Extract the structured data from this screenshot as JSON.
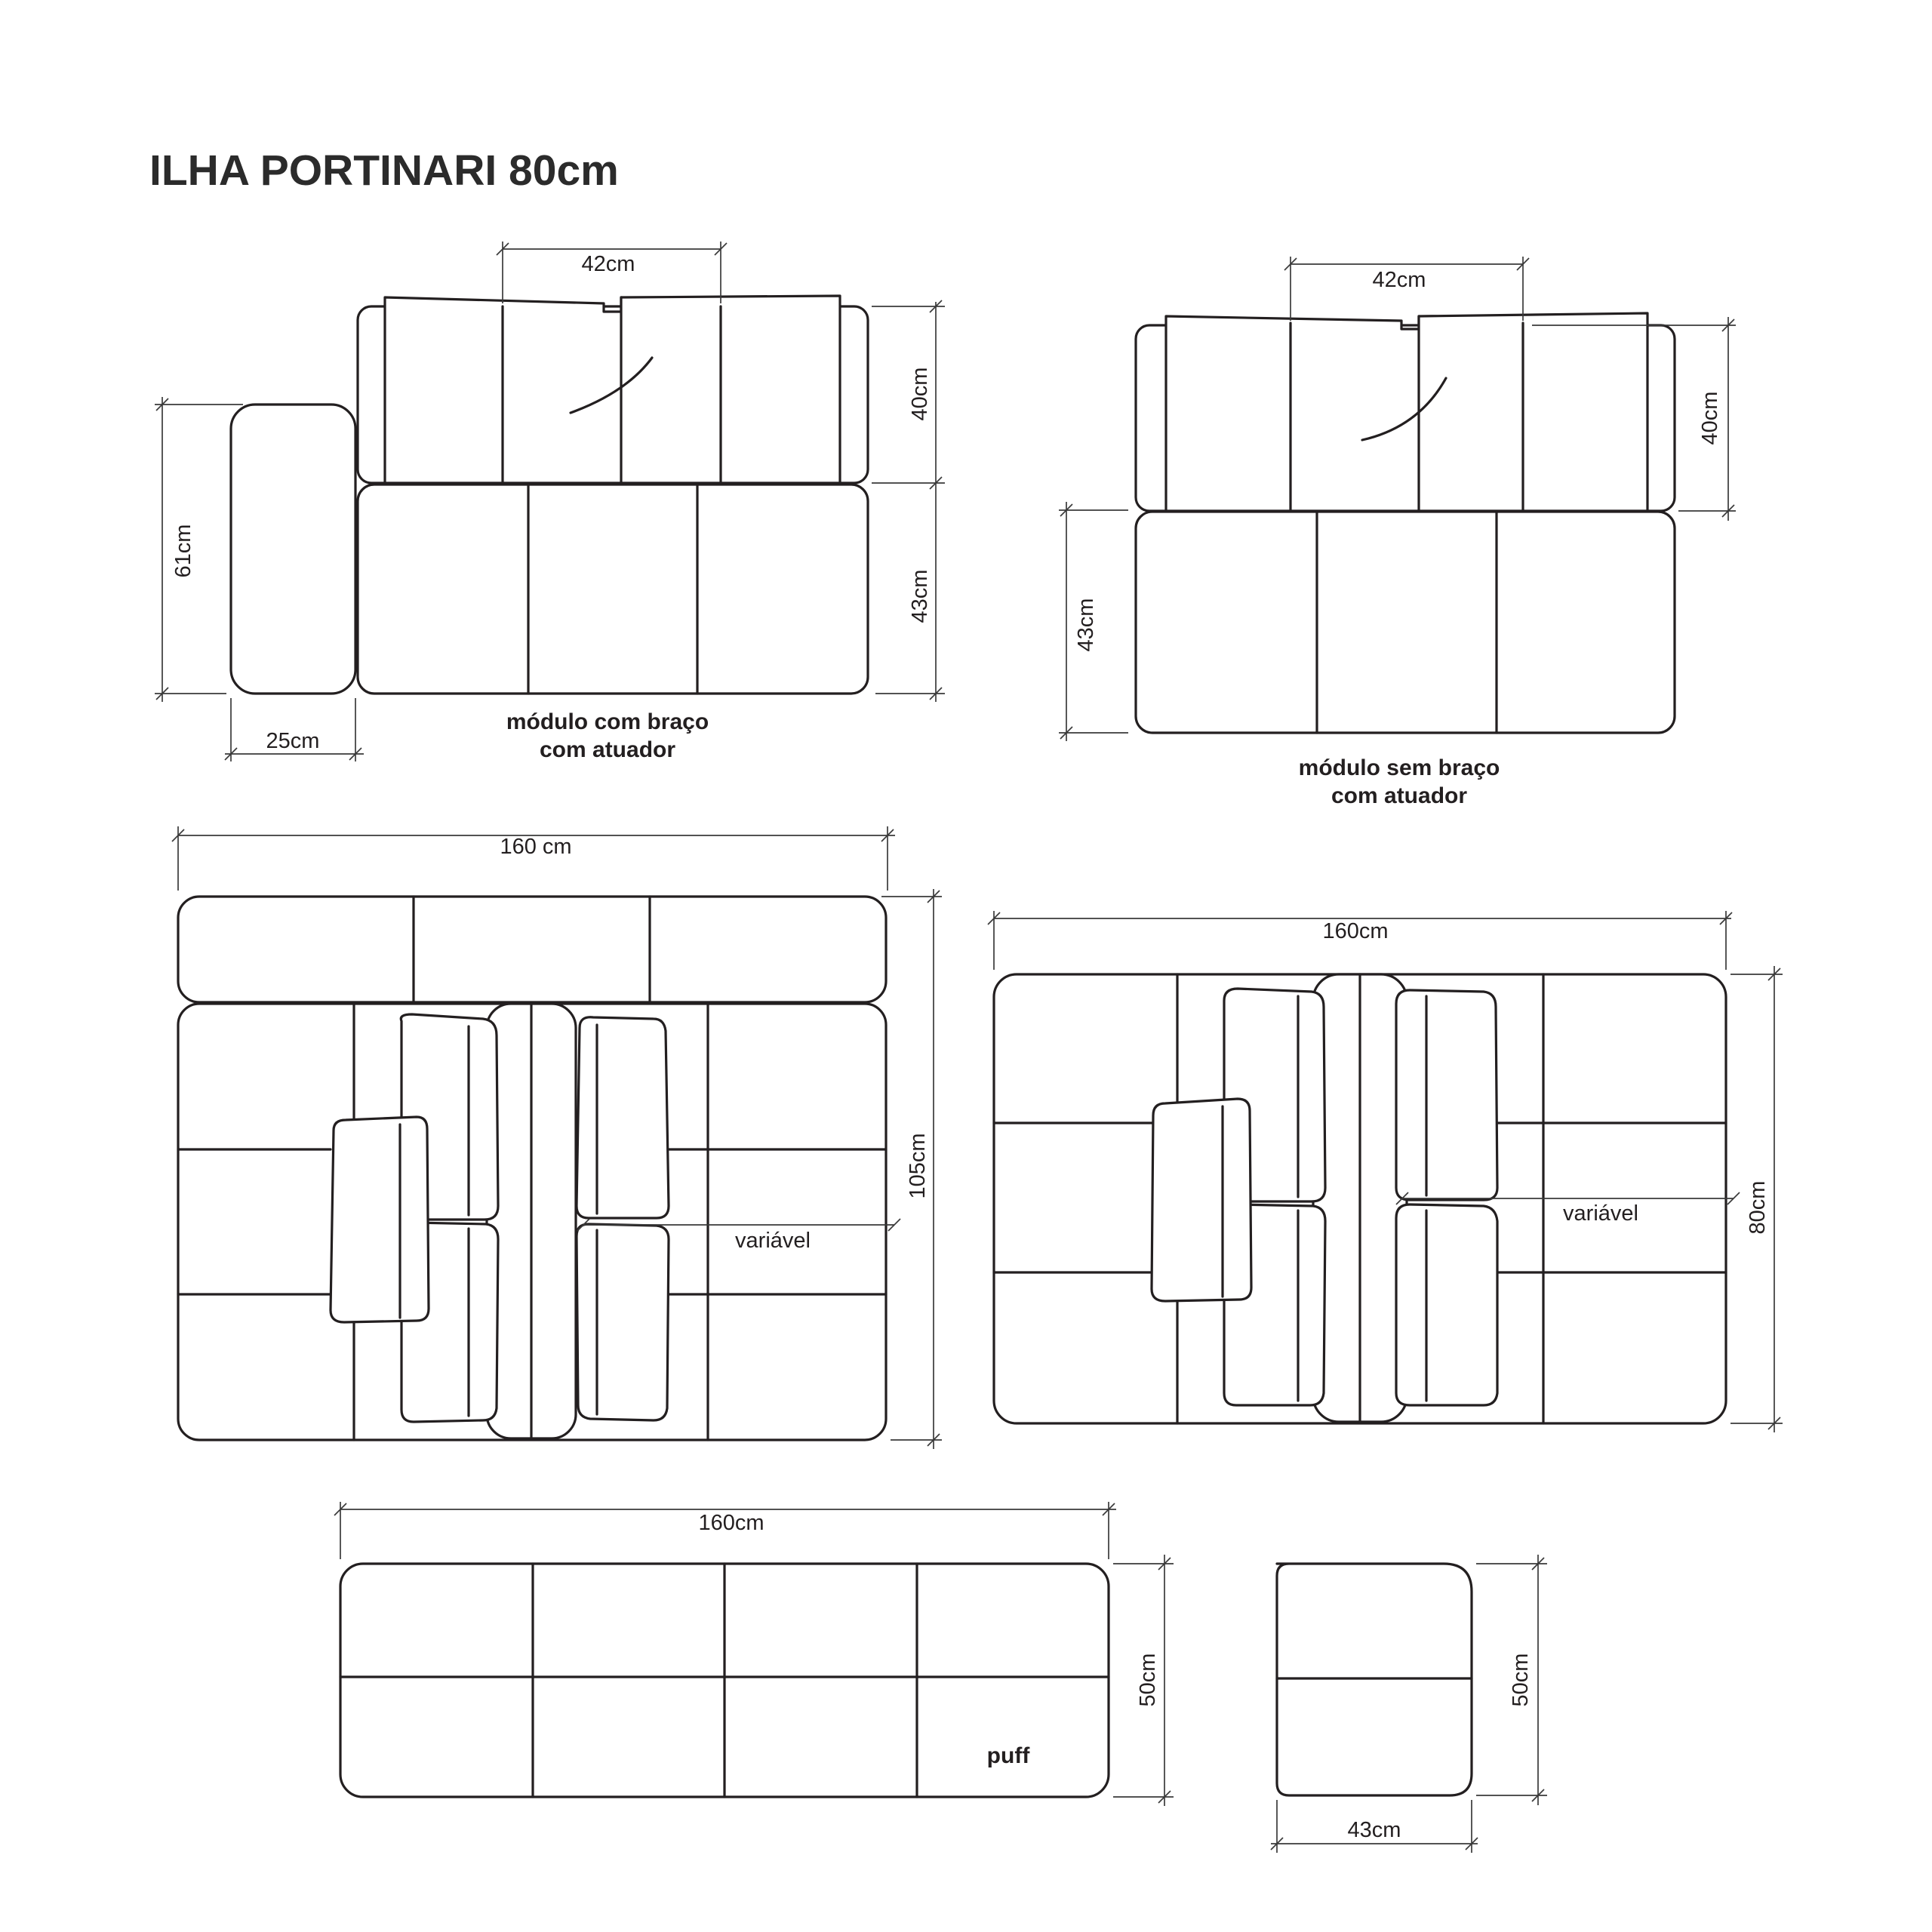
{
  "title": "ILHA PORTINARI 80cm",
  "module_arm": {
    "caption_line1": "módulo com braço",
    "caption_line2": "com atuador",
    "dims": {
      "top": "42cm",
      "back": "40cm",
      "seat": "43cm",
      "arm_height": "61cm",
      "arm_width": "25cm"
    }
  },
  "module_no_arm": {
    "caption_line1": "módulo sem braço",
    "caption_line2": "com atuador",
    "dims": {
      "top": "42cm",
      "back": "40cm",
      "seat": "43cm"
    }
  },
  "plan_large": {
    "width": "160 cm",
    "depth": "105cm",
    "note": "variável"
  },
  "plan_small": {
    "width": "160cm",
    "depth": "80cm",
    "note": "variável"
  },
  "puff": {
    "label": "puff",
    "width": "160cm",
    "depth": "50cm"
  },
  "side_piece": {
    "width": "43cm",
    "depth": "50cm"
  }
}
